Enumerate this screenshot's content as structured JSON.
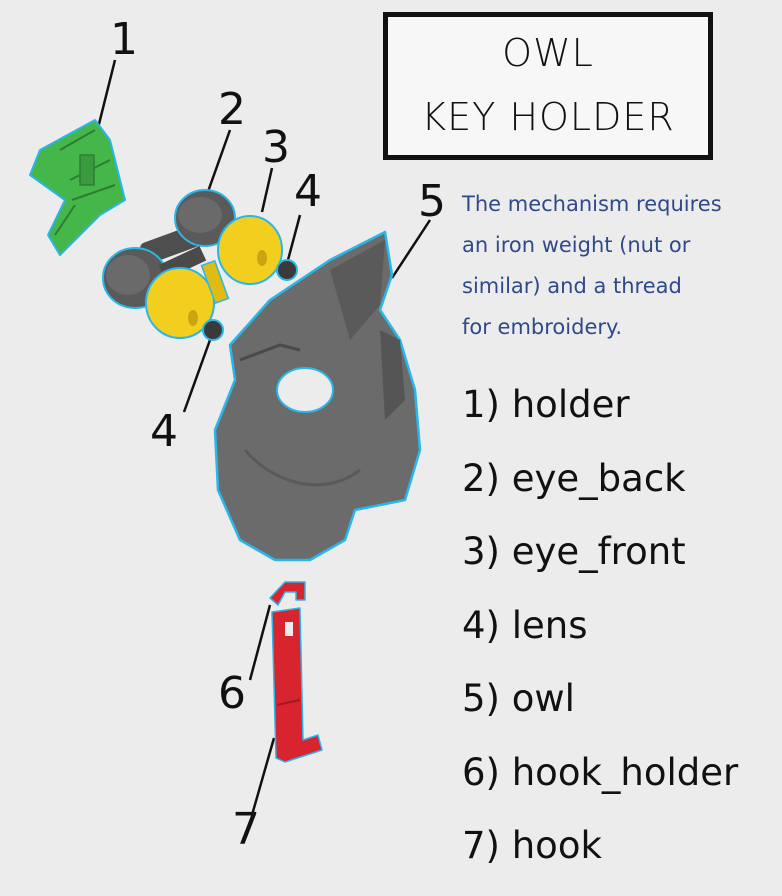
{
  "title": {
    "line1": "OWL",
    "line2": "KEY HOLDER"
  },
  "note": {
    "lines": [
      "The mechanism requires",
      "an iron weight (nut or",
      "similar) and a thread",
      "for embroidery."
    ],
    "color": "#2f4a8a"
  },
  "legend": {
    "items": [
      "1) holder",
      "2) eye_back",
      "3) eye_front",
      "4) lens",
      "5) owl",
      "6) hook_holder",
      "7) hook"
    ]
  },
  "callouts": {
    "n1": "1",
    "n2": "2",
    "n3": "3",
    "n4a": "4",
    "n4b": "4",
    "n5": "5",
    "n6": "6",
    "n7": "7"
  },
  "colors": {
    "background": "#ececec",
    "holder": "#45b649",
    "eye_back": "#5a5a5a",
    "eye_front": "#f2cf1f",
    "lens": "#3a3a3a",
    "owl": "#6b6b6b",
    "outline": "#29b6e8",
    "hook": "#d8242e"
  }
}
